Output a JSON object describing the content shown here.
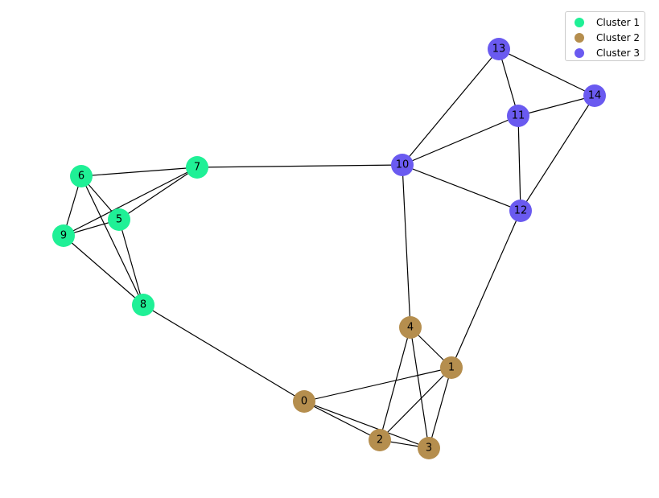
{
  "legend": {
    "items": [
      {
        "label": "Cluster 1",
        "color": "#1ff096"
      },
      {
        "label": "Cluster 2",
        "color": "#b58e4e"
      },
      {
        "label": "Cluster 3",
        "color": "#6a5af0"
      }
    ]
  },
  "graph": {
    "nodes": [
      {
        "id": "0",
        "cluster": 1
      },
      {
        "id": "1",
        "cluster": 1
      },
      {
        "id": "2",
        "cluster": 1
      },
      {
        "id": "3",
        "cluster": 1
      },
      {
        "id": "4",
        "cluster": 1
      },
      {
        "id": "5",
        "cluster": 0
      },
      {
        "id": "6",
        "cluster": 0
      },
      {
        "id": "7",
        "cluster": 0
      },
      {
        "id": "8",
        "cluster": 0
      },
      {
        "id": "9",
        "cluster": 0
      },
      {
        "id": "10",
        "cluster": 2
      },
      {
        "id": "11",
        "cluster": 2
      },
      {
        "id": "12",
        "cluster": 2
      },
      {
        "id": "13",
        "cluster": 2
      },
      {
        "id": "14",
        "cluster": 2
      }
    ],
    "edges": [
      [
        "6",
        "7"
      ],
      [
        "6",
        "9"
      ],
      [
        "6",
        "5"
      ],
      [
        "6",
        "8"
      ],
      [
        "7",
        "9"
      ],
      [
        "7",
        "5"
      ],
      [
        "7",
        "10"
      ],
      [
        "9",
        "5"
      ],
      [
        "9",
        "8"
      ],
      [
        "5",
        "8"
      ],
      [
        "8",
        "0"
      ],
      [
        "10",
        "13"
      ],
      [
        "10",
        "11"
      ],
      [
        "10",
        "12"
      ],
      [
        "10",
        "4"
      ],
      [
        "13",
        "11"
      ],
      [
        "13",
        "14"
      ],
      [
        "11",
        "14"
      ],
      [
        "11",
        "12"
      ],
      [
        "14",
        "12"
      ],
      [
        "12",
        "1"
      ],
      [
        "4",
        "1"
      ],
      [
        "4",
        "2"
      ],
      [
        "4",
        "3"
      ],
      [
        "1",
        "0"
      ],
      [
        "1",
        "2"
      ],
      [
        "1",
        "3"
      ],
      [
        "0",
        "2"
      ],
      [
        "0",
        "3"
      ],
      [
        "2",
        "3"
      ]
    ]
  }
}
